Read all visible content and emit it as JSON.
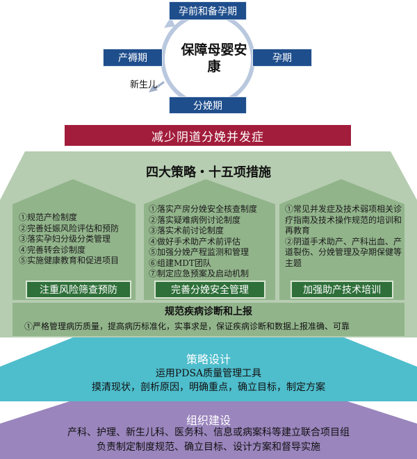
{
  "cycle": {
    "center": "保障母婴安康",
    "stages": {
      "top": "孕前和备孕期",
      "right": "孕期",
      "bottom": "分娩期",
      "left": "产褥期"
    },
    "newborn": "新生儿"
  },
  "banner": "减少阴道分娩并发症",
  "house": {
    "title": "四大策略・十五项措施",
    "pillars": [
      {
        "measures": "①规范产检制度\n②完善妊娠风险评估和预防\n③落实孕妇分级分类管理\n④完善转会诊制度\n⑤实施健康教育和促进项目",
        "button": "注重风险筛查预防"
      },
      {
        "measures": "①落实产房分娩安全核查制度\n②落实疑难病例讨论制度\n③落实术前讨论制度\n④做好手术助产术前评估\n⑤加强分娩产程监测和管理\n⑥组建MDT团队\n⑦制定应急预案及启动机制",
        "button": "完善分娩安全管理"
      },
      {
        "measures": "①常见并发症及技术弱项相关诊疗指南及技术操作规范的培训和再教育\n②阴道手术助产、产科出血、产道裂伤、分娩管理及孕期保健等主题",
        "button": "加强助产技术培训"
      }
    ],
    "base": {
      "title": "规范疾病诊断和上报",
      "text": "①严格管理病历质量，提高病历标准化，实事求是，保证疾病诊断和数据上报准确、可靠"
    }
  },
  "strategy": {
    "title": "策略设计",
    "line1": "运用PDSA质量管理工具",
    "line2": "摸清现状，剖析原因，明确重点，确立目标，制定方案"
  },
  "organization": {
    "title": "组织建设",
    "line1": "产科、护理、新生儿科、医务科、信息或病案科等建立联合项目组",
    "line2": "负责制定制度规范、确立目标、设计方案和督导实施"
  },
  "colors": {
    "cycle_box": "#1f4e8c",
    "cycle_ring": "#b9c8de",
    "banner": "#a21c3b",
    "roof": "#b6cdb1",
    "pillar": "#92b48b",
    "button": "#2f6f3a",
    "strategy": "#4ebdcc",
    "organization": "#9a85bd"
  }
}
